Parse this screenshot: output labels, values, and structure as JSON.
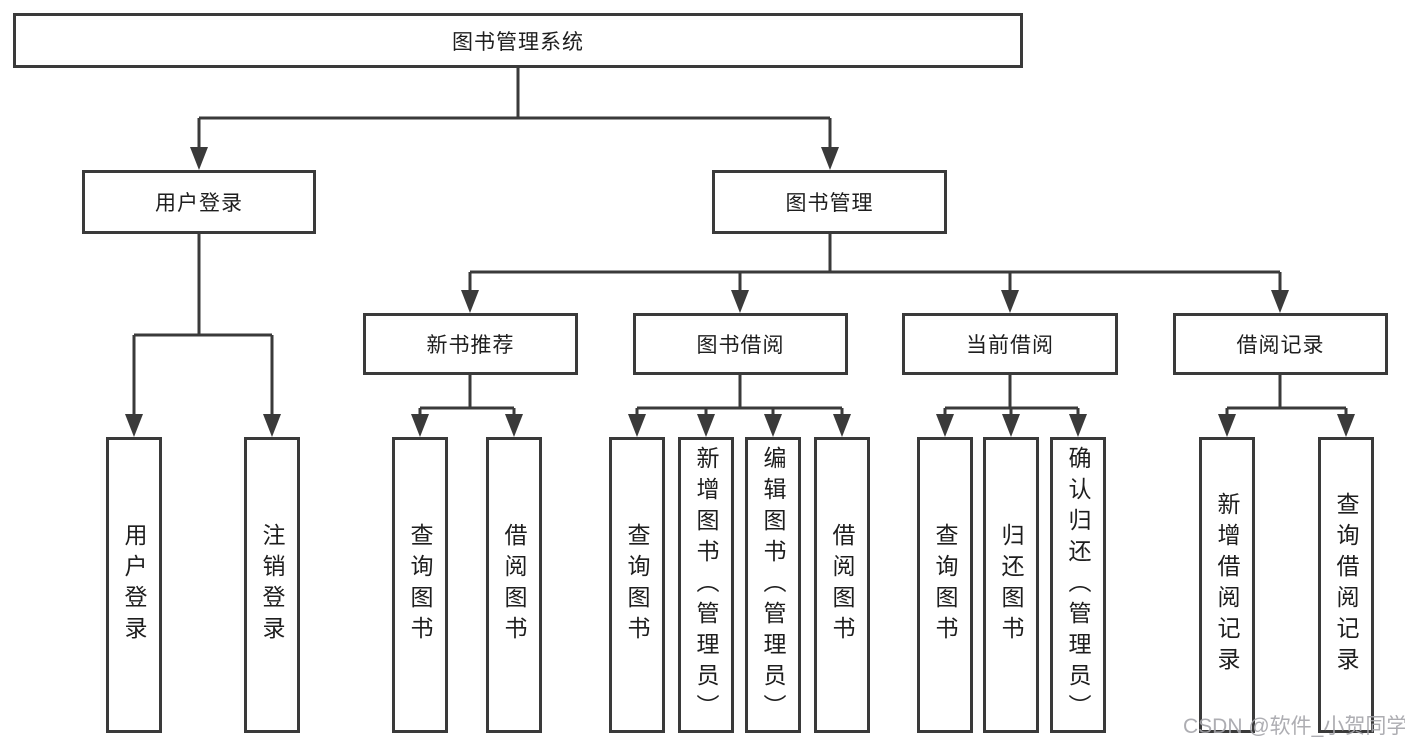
{
  "colors": {
    "line": "#3a3a3a",
    "text": "#1e1e1e",
    "background": "#ffffff",
    "watermark": "#a4a4aa"
  },
  "watermark": "CSDN @软件_小贺同学",
  "tree": {
    "root": "图书管理系统",
    "branches": [
      {
        "label": "用户登录",
        "children": [
          {
            "label": "用户登录"
          },
          {
            "label": "注销登录"
          }
        ]
      },
      {
        "label": "图书管理",
        "children": [
          {
            "label": "新书推荐",
            "children": [
              {
                "label": "查询图书"
              },
              {
                "label": "借阅图书"
              }
            ]
          },
          {
            "label": "图书借阅",
            "children": [
              {
                "label": "查询图书"
              },
              {
                "label": "新增图书（管理员）"
              },
              {
                "label": "编辑图书（管理员）"
              },
              {
                "label": "借阅图书"
              }
            ]
          },
          {
            "label": "当前借阅",
            "children": [
              {
                "label": "查询图书"
              },
              {
                "label": "归还图书"
              },
              {
                "label": "确认归还（管理员）"
              }
            ]
          },
          {
            "label": "借阅记录",
            "children": [
              {
                "label": "新增借阅记录"
              },
              {
                "label": "查询借阅记录"
              }
            ]
          }
        ]
      }
    ]
  }
}
